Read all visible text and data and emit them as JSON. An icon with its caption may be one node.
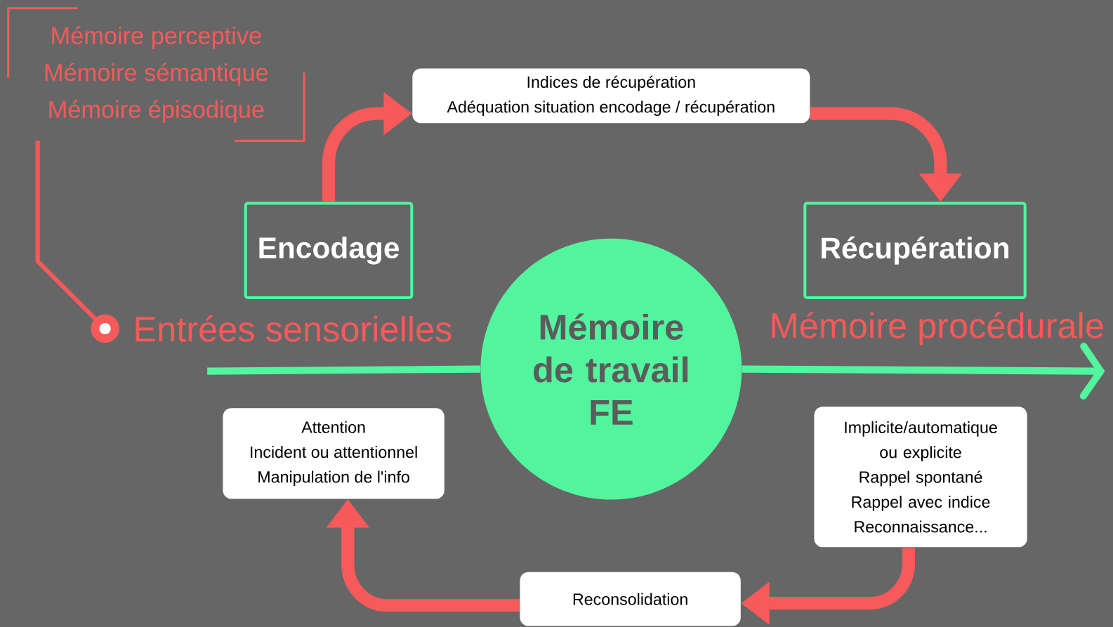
{
  "diagram": {
    "nodes": [
      {
        "text": [
          "Mémoire perceptive",
          "Mémoire sémantique",
          "Mémoire épisodique"
        ]
      },
      {
        "text": [
          "Indices de récupération",
          "Adéquation situation encodage / récupération"
        ]
      },
      {
        "text": [
          "Encodage"
        ]
      },
      {
        "text": [
          "Récupération"
        ]
      },
      {
        "text": [
          "Entrées sensorielles"
        ]
      },
      {
        "text": [
          "Mémoire de travail FE"
        ]
      },
      {
        "text": [
          "Mémoire procédurale"
        ]
      },
      {
        "text": [
          "Attention",
          "Incident ou attentionnel",
          "Manipulation de l'info"
        ]
      },
      {
        "text": [
          "Implicite/automatique ou explicite",
          "Rappel spontané",
          "Rappel avec indice",
          "Reconnaissance..."
        ]
      },
      {
        "text": [
          "Reconsolidation"
        ]
      }
    ],
    "edges": [
      {
        "from": 0,
        "to": 4,
        "arrow": "other"
      },
      {
        "from": 2,
        "to": 1,
        "arrow": "to"
      },
      {
        "from": 1,
        "to": 3,
        "arrow": "to"
      },
      {
        "from": null,
        "to": 5,
        "arrow": "none",
        "color": "#52f59e"
      },
      {
        "from": 5,
        "to": 6,
        "arrow": "to",
        "color": "#52f59e"
      },
      {
        "from": 8,
        "to": 9,
        "arrow": "to"
      },
      {
        "from": 9,
        "to": 7,
        "arrow": "to"
      }
    ]
  }
}
